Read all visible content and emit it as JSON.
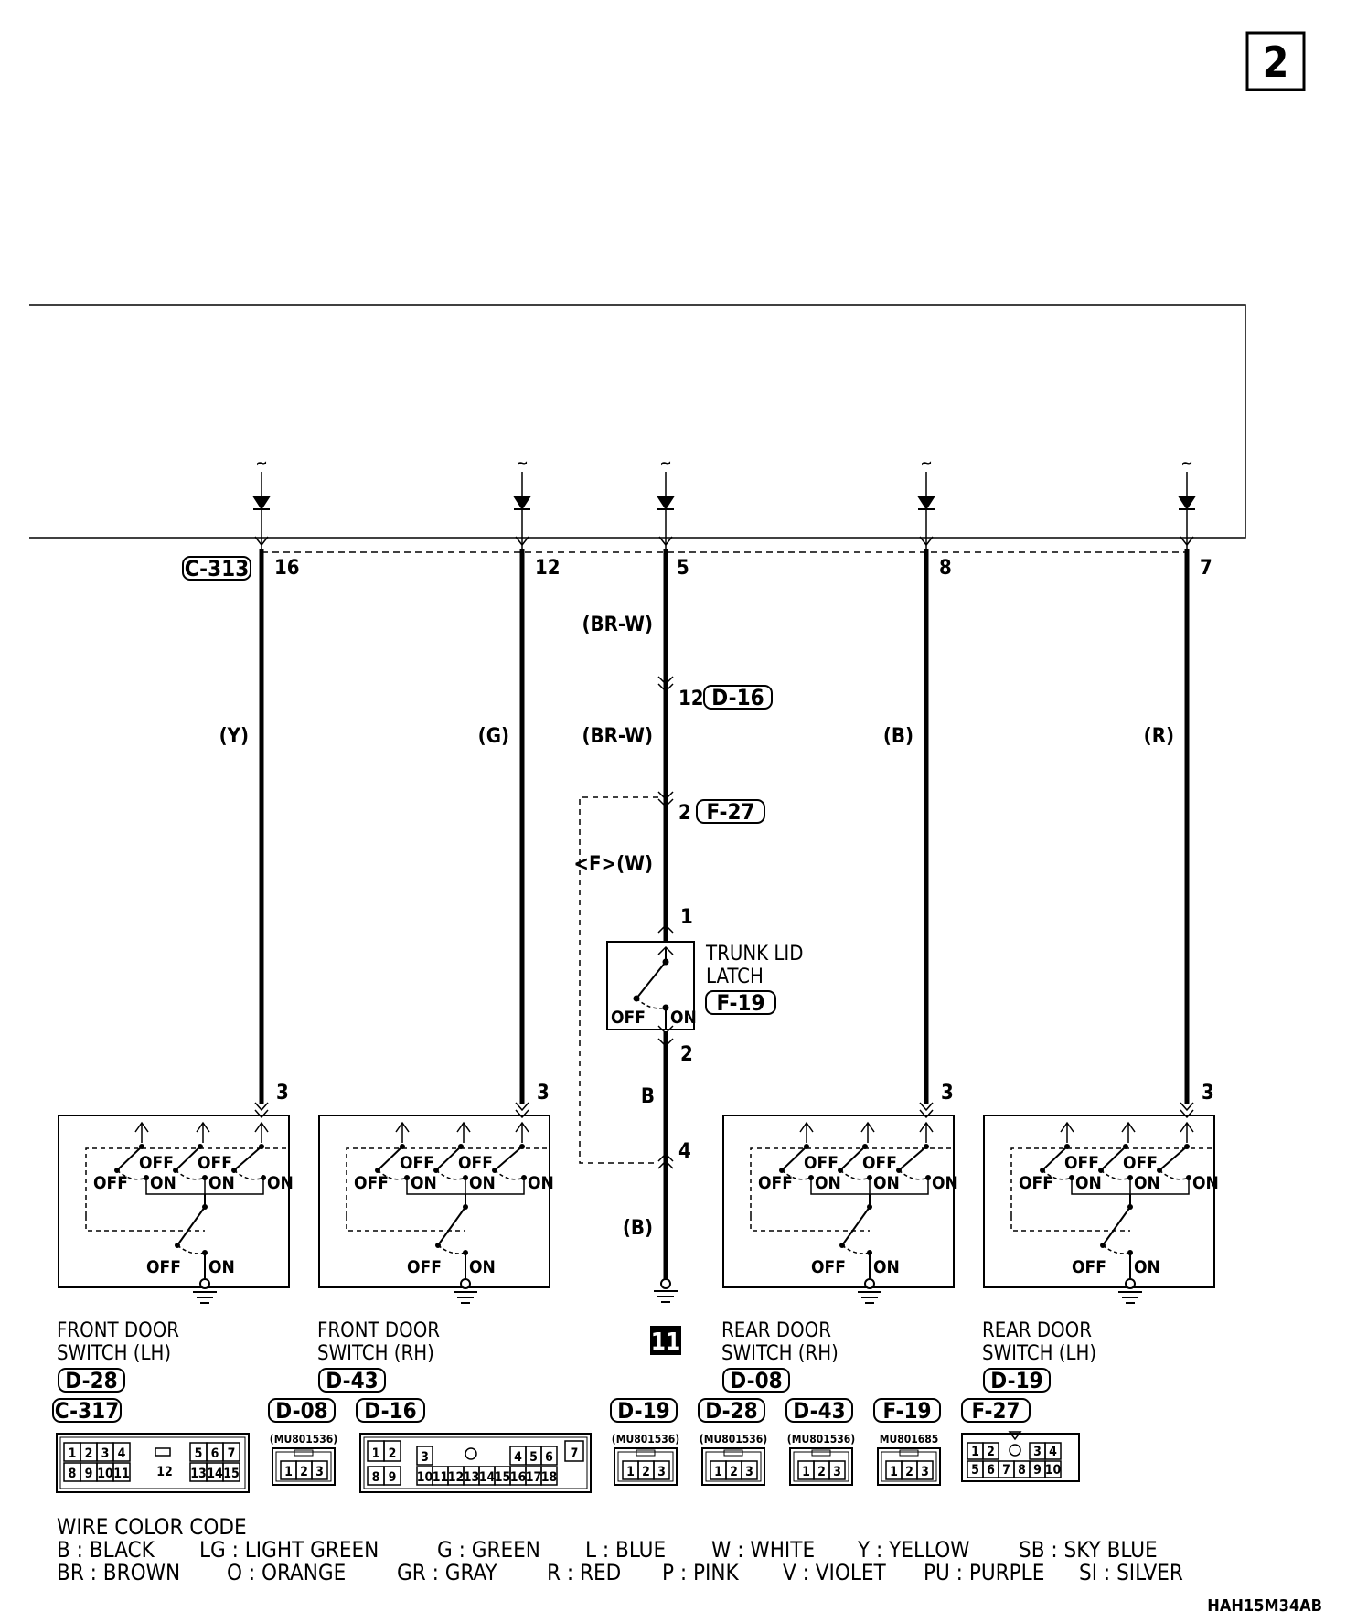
{
  "page_number": "2",
  "diagram_code": "HAH15M34AB",
  "ground_id": "11",
  "top_connector": "C-313",
  "trunk": {
    "pin_top": "5",
    "wire1": "(BR-W)",
    "junction1_pin": "12",
    "junction1_conn": "D-16",
    "wire2": "(BR-W)",
    "junction2_pin": "2",
    "junction2_conn": "F-27",
    "wire3": "<F>(W)",
    "latch_pin1": "1",
    "latch_label_line1": "TRUNK LID",
    "latch_label_line2": "LATCH",
    "latch_conn": "F-19",
    "latch_off": "OFF",
    "latch_on": "ON",
    "latch_pin2": "2",
    "wire4": "B",
    "junction3_pin": "4",
    "wire5": "(B)"
  },
  "switches": [
    {
      "top_pin": "16",
      "wire": "(Y)",
      "bottom_pin": "3",
      "name_line1": "FRONT DOOR",
      "name_line2": "SWITCH (LH)",
      "conn": "D-28"
    },
    {
      "top_pin": "12",
      "wire": "(G)",
      "bottom_pin": "3",
      "name_line1": "FRONT DOOR",
      "name_line2": "SWITCH (RH)",
      "conn": "D-43"
    },
    {
      "top_pin": "8",
      "wire": "(B)",
      "bottom_pin": "3",
      "name_line1": "REAR DOOR",
      "name_line2": "SWITCH (RH)",
      "conn": "D-08"
    },
    {
      "top_pin": "7",
      "wire": "(R)",
      "bottom_pin": "3",
      "name_line1": "REAR DOOR",
      "name_line2": "SWITCH (LH)",
      "conn": "D-19"
    }
  ],
  "switch_labels": {
    "off": "OFF",
    "on": "ON"
  },
  "connectors": {
    "c317": {
      "id": "C-317",
      "row1": [
        "1",
        "2",
        "3",
        "4",
        "5",
        "6",
        "7"
      ],
      "center": "12",
      "row2": [
        "8",
        "9",
        "10",
        "11",
        "13",
        "14",
        "15"
      ]
    },
    "d08": {
      "id": "D-08",
      "part": "(MU801536)",
      "pins": [
        "1",
        "2",
        "3"
      ]
    },
    "d16": {
      "id": "D-16",
      "row1": [
        "1",
        "2",
        "3",
        "4",
        "5",
        "6",
        "7"
      ],
      "row2": [
        "8",
        "9",
        "10",
        "11",
        "12",
        "13",
        "14",
        "15",
        "16",
        "17",
        "18"
      ]
    },
    "d19": {
      "id": "D-19",
      "part": "(MU801536)",
      "pins": [
        "1",
        "2",
        "3"
      ]
    },
    "d28": {
      "id": "D-28",
      "part": "(MU801536)",
      "pins": [
        "1",
        "2",
        "3"
      ]
    },
    "d43": {
      "id": "D-43",
      "part": "(MU801536)",
      "pins": [
        "1",
        "2",
        "3"
      ]
    },
    "f19": {
      "id": "F-19",
      "part": "MU801685",
      "pins": [
        "1",
        "2",
        "3"
      ]
    },
    "f27": {
      "id": "F-27",
      "row1": [
        "1",
        "2",
        "3",
        "4"
      ],
      "row2": [
        "5",
        "6",
        "7",
        "8",
        "9",
        "10"
      ]
    }
  },
  "wire_color_code": {
    "title": "WIRE COLOR CODE",
    "row1": [
      "B : BLACK",
      "LG : LIGHT GREEN",
      "G : GREEN",
      "L : BLUE",
      "W : WHITE",
      "Y : YELLOW",
      "SB : SKY BLUE"
    ],
    "row2": [
      "BR : BROWN",
      "O : ORANGE",
      "GR : GRAY",
      "R : RED",
      "P : PINK",
      "V : VIOLET",
      "PU : PURPLE",
      "SI : SILVER"
    ]
  }
}
